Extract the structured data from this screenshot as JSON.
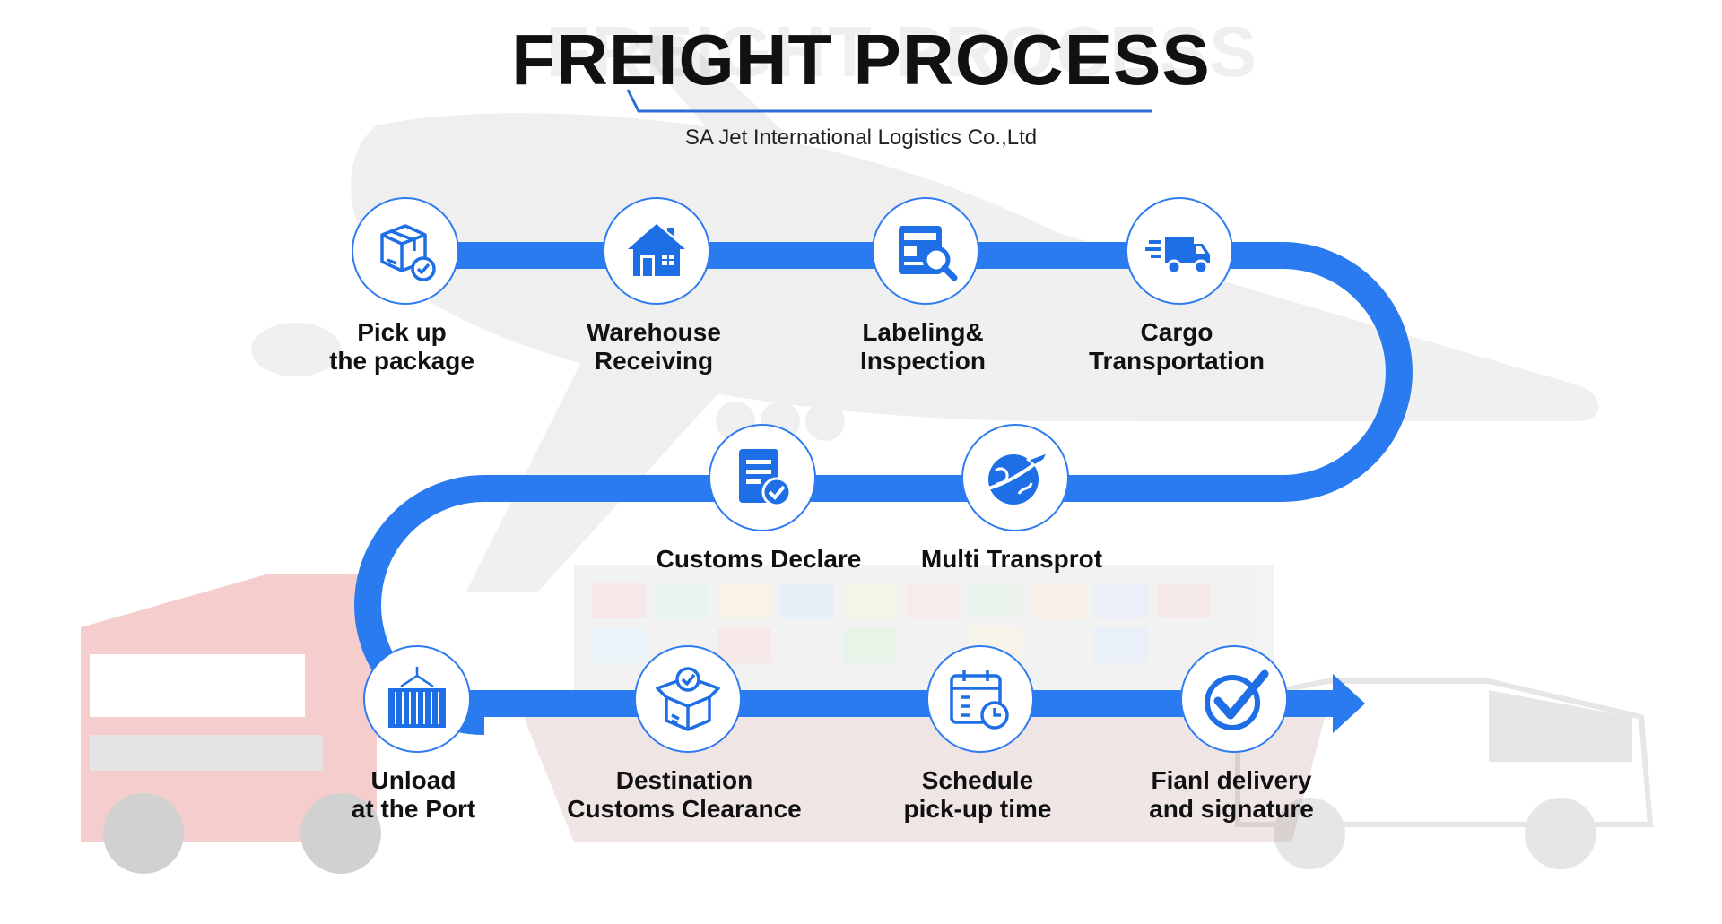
{
  "header": {
    "title": "FREIGHT PROCESS",
    "subtitle": "SA Jet International Logistics Co.,Ltd"
  },
  "colors": {
    "path": "#2b7bf0",
    "icon": "#1e6fe6",
    "title": "#111111"
  },
  "steps": [
    {
      "icon": "package-check-icon",
      "line1": "Pick up",
      "line2": "the package"
    },
    {
      "icon": "warehouse-icon",
      "line1": "Warehouse",
      "line2": "Receiving"
    },
    {
      "icon": "label-inspection-icon",
      "line1": "Labeling&",
      "line2": "Inspection"
    },
    {
      "icon": "delivery-truck-icon",
      "line1": "Cargo",
      "line2": "Transportation"
    },
    {
      "icon": "globe-plane-icon",
      "line1": "Multi Transprot",
      "line2": ""
    },
    {
      "icon": "document-check-icon",
      "line1": "Customs Declare",
      "line2": ""
    },
    {
      "icon": "container-icon",
      "line1": "Unload",
      "line2": "at the Port"
    },
    {
      "icon": "open-box-check-icon",
      "line1": "Destination",
      "line2": "Customs Clearance"
    },
    {
      "icon": "calendar-clock-icon",
      "line1": "Schedule",
      "line2": "pick-up time"
    },
    {
      "icon": "checkmark-circle-icon",
      "line1": "Fianl delivery",
      "line2": "and signature"
    }
  ]
}
